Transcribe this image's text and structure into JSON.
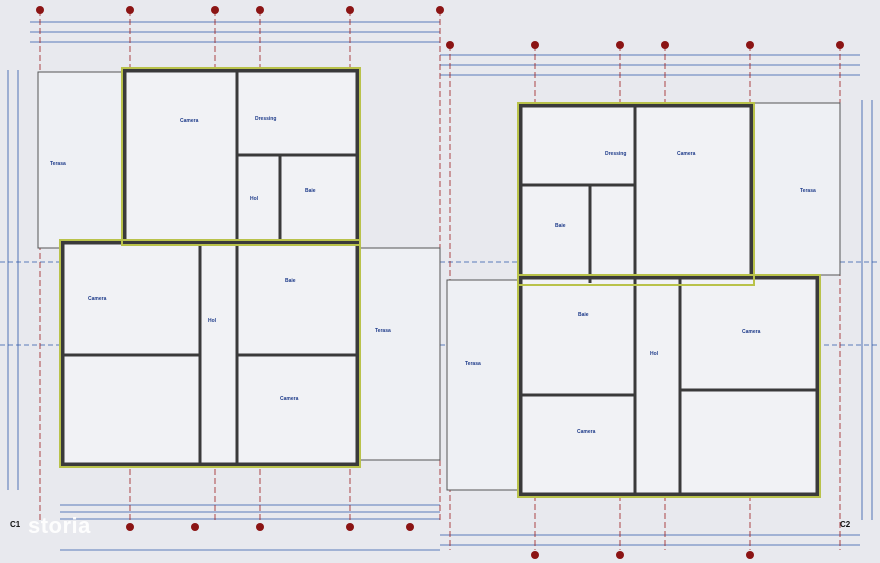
{
  "watermark": "storia",
  "axes": {
    "left": "C1",
    "right": "C2"
  },
  "rooms": {
    "left_unit": [
      "Terasa",
      "Camera",
      "Dressing",
      "Hol",
      "Baie",
      "Camera",
      "Hol",
      "Baie",
      "Terasa",
      "Camera"
    ],
    "right_unit": [
      "Dressing",
      "Camera",
      "Terasa",
      "Baie",
      "Baie",
      "Hol",
      "Camera",
      "Terasa",
      "Camera"
    ]
  },
  "colors": {
    "background": "#e8e9ee",
    "walls": "#3a3a3a",
    "insulation": "#b9c24a",
    "grid_red": "#9b1c1c",
    "dim_blue": "#2b56a8"
  }
}
